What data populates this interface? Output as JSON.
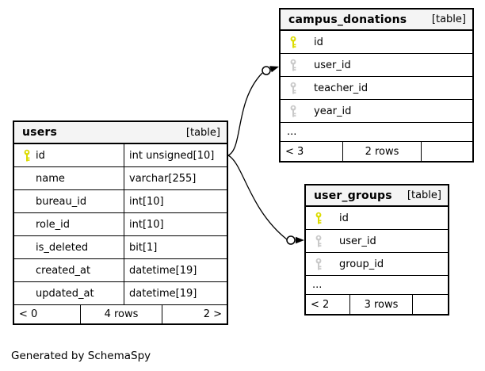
{
  "page": {
    "background": "#ffffff",
    "credit": "Generated by SchemaSpy"
  },
  "colors": {
    "primary_key_icon": "#dcdc00",
    "foreign_key_icon": "#c9c9c9",
    "table_header_bg": "#f4f4f4",
    "border": "#000000"
  },
  "tables": {
    "users": {
      "name": "users",
      "tag": "[table]",
      "columns": [
        {
          "name": "id",
          "type": "int unsigned[10]",
          "key": "primary"
        },
        {
          "name": "name",
          "type": "varchar[255]",
          "key": ""
        },
        {
          "name": "bureau_id",
          "type": "int[10]",
          "key": ""
        },
        {
          "name": "role_id",
          "type": "int[10]",
          "key": ""
        },
        {
          "name": "is_deleted",
          "type": "bit[1]",
          "key": ""
        },
        {
          "name": "created_at",
          "type": "datetime[19]",
          "key": ""
        },
        {
          "name": "updated_at",
          "type": "datetime[19]",
          "key": ""
        }
      ],
      "footer": {
        "left": "< 0",
        "center": "4 rows",
        "right": "2 >"
      }
    },
    "campus_donations": {
      "name": "campus_donations",
      "tag": "[table]",
      "columns": [
        {
          "name": "id",
          "key": "primary"
        },
        {
          "name": "user_id",
          "key": "foreign"
        },
        {
          "name": "teacher_id",
          "key": "foreign"
        },
        {
          "name": "year_id",
          "key": "foreign"
        }
      ],
      "ellipsis": "...",
      "footer": {
        "left": "< 3",
        "center": "2 rows",
        "right": ""
      }
    },
    "user_groups": {
      "name": "user_groups",
      "tag": "[table]",
      "columns": [
        {
          "name": "id",
          "key": "primary"
        },
        {
          "name": "user_id",
          "key": "foreign"
        },
        {
          "name": "group_id",
          "key": "foreign"
        }
      ],
      "ellipsis": "...",
      "footer": {
        "left": "< 2",
        "center": "3 rows",
        "right": ""
      }
    }
  },
  "relationships": [
    {
      "from": "users.id",
      "to": "campus_donations.user_id",
      "terminator": "open-circle-arrow"
    },
    {
      "from": "users.id",
      "to": "user_groups.user_id",
      "terminator": "open-circle-arrow"
    }
  ]
}
